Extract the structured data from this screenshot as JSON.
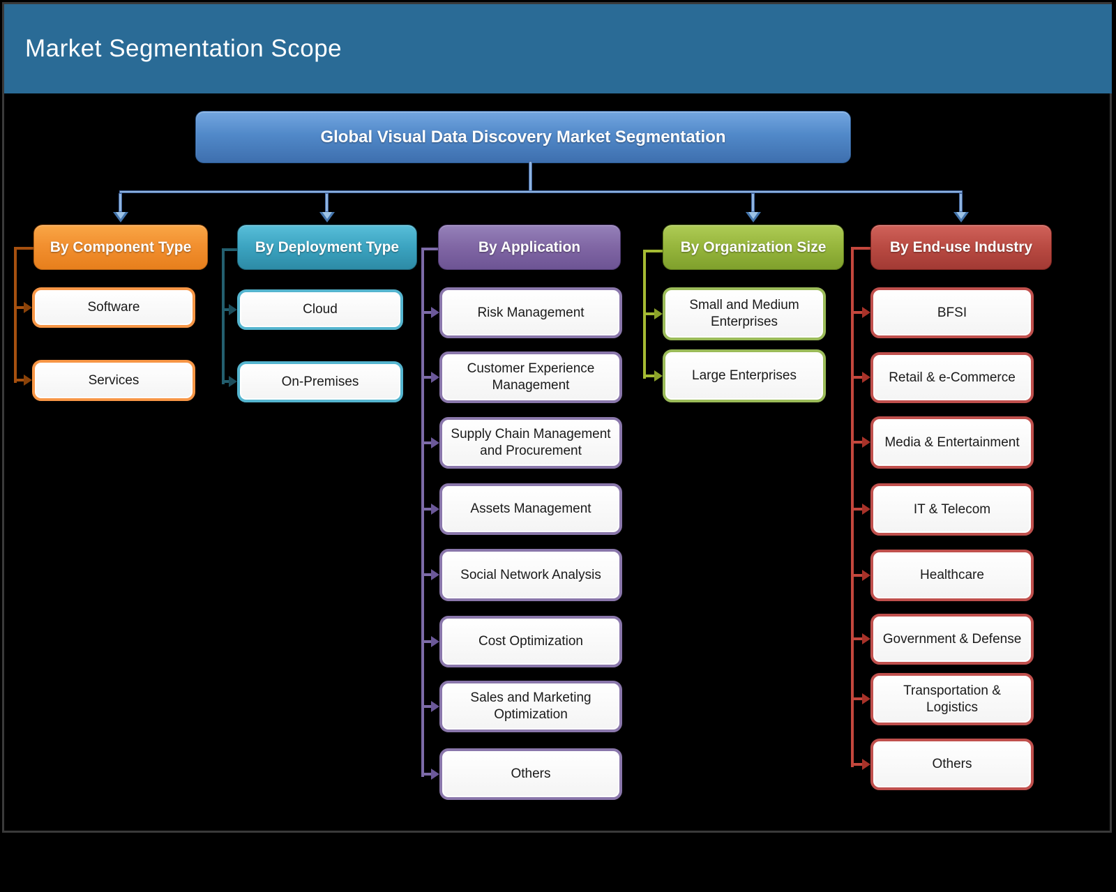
{
  "page": {
    "title": "Market Segmentation Scope"
  },
  "diagram": {
    "root_label": "Global Visual Data Discovery Market Segmentation",
    "columns": [
      {
        "label": "By Component Type",
        "accent": "#F79646",
        "items": [
          "Software",
          "Services"
        ]
      },
      {
        "label": "By Deployment Type",
        "accent": "#4BACC6",
        "items": [
          "Cloud",
          "On-Premises"
        ]
      },
      {
        "label": "By Application",
        "accent": "#8064A2",
        "items": [
          "Risk Management",
          "Customer Experience Management",
          "Supply Chain Management and Procurement",
          "Assets Management",
          "Social Network Analysis",
          "Cost Optimization",
          "Sales and Marketing Optimization",
          "Others"
        ]
      },
      {
        "label": "By Organization Size",
        "accent": "#9BBB59",
        "items": [
          "Small and Medium Enterprises",
          "Large Enterprises"
        ]
      },
      {
        "label": "By End-use Industry",
        "accent": "#C0504D",
        "items": [
          "BFSI",
          "Retail & e-Commerce",
          "Media & Entertainment",
          "IT & Telecom",
          "Healthcare",
          "Government & Defense",
          "Transportation & Logistics",
          "Others"
        ]
      }
    ],
    "colors": {
      "titlebar": "#2A6B96",
      "root_box": "#4F83C4",
      "connector_blue": "#4F81BD"
    }
  }
}
